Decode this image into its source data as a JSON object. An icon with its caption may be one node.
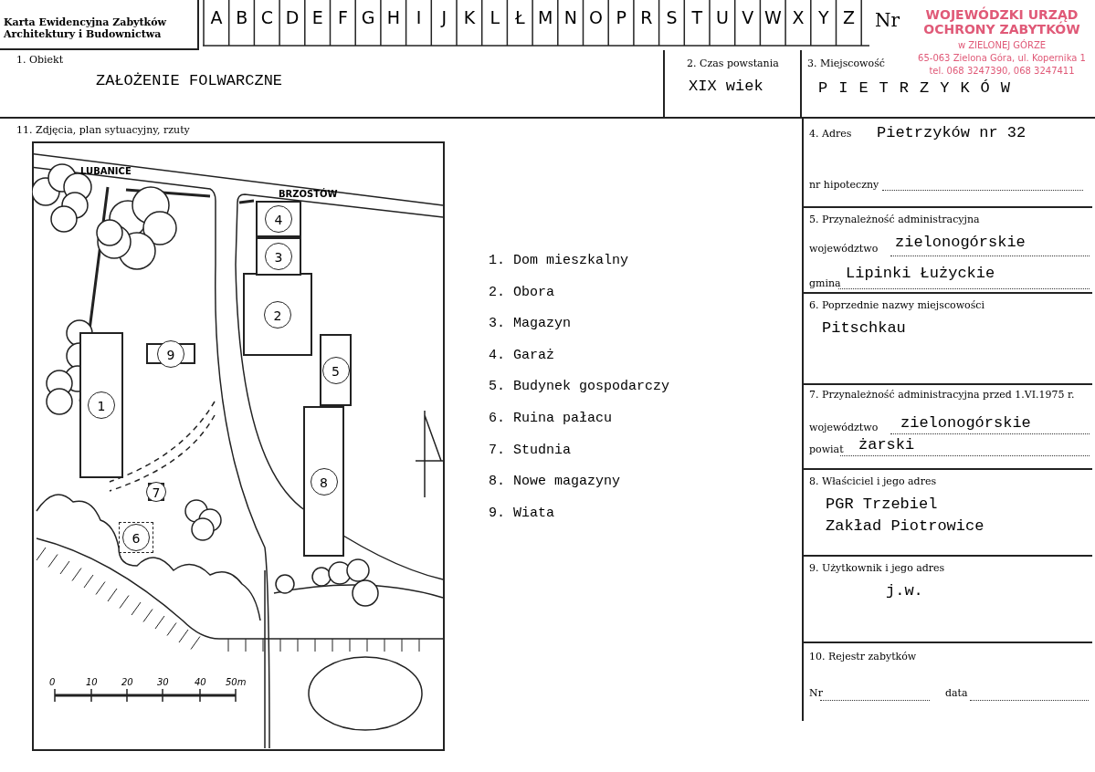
{
  "diagram": {
    "nodes": [
      {
        "text": [
          "Karta Ewidencyjna Zabytków Architektury i Budownictwa"
        ]
      },
      {
        "text": [
          "1. Obiekt",
          "ZAŁOŻENIE FOLWARCZNE"
        ]
      },
      {
        "text": [
          "2. Czas powstania",
          "XIX wiek"
        ]
      },
      {
        "text": [
          "3. Miejscowość",
          "PIETRZYKÓW"
        ]
      },
      {
        "text": [
          "WOJEWÓDZKI URZĄD OCHRONY ZABYTKÓW",
          "w ZIELONEJ GÓRZE",
          "65-063 Zielona Góra, ul. Kopernika 1",
          "tel. 068 3247390, 068 3247411"
        ]
      },
      {
        "text": [
          "11. Zdjęcia, plan sytuacyjny, rzuty"
        ]
      },
      {
        "text": [],
        "shape": "picture",
        "in": 5
      },
      {
        "text": [
          "1"
        ],
        "in": 6
      },
      {
        "text": [
          "2"
        ],
        "in": 6
      },
      {
        "text": [
          "3"
        ],
        "in": 6
      },
      {
        "text": [
          "4"
        ],
        "in": 6
      },
      {
        "text": [
          "5"
        ],
        "in": 6
      },
      {
        "text": [
          "6"
        ],
        "in": 6
      },
      {
        "text": [
          "7"
        ],
        "in": 6
      },
      {
        "text": [
          "8"
        ],
        "in": 6
      },
      {
        "text": [
          "9"
        ],
        "in": 6
      },
      {
        "text": [
          "4. Adres",
          "Pietrzyków nr 32",
          "nr hipoteczny"
        ]
      },
      {
        "text": [
          "5. Przynależność administracyjna",
          "województwo",
          "zielonogórskie",
          "gmina",
          "Lipinki Łużyckie"
        ]
      },
      {
        "text": [
          "6. Poprzednie nazwy miejscowości",
          "Pitschkau"
        ]
      },
      {
        "text": [
          "7. Przynależność administracyjna przed 1.VI.1975 r.",
          "województwo",
          "zielonogórskie",
          "powiat",
          "żarski"
        ]
      },
      {
        "text": [
          "8. Właściciel i jego adres",
          "PGR Trzebiel",
          "Zakład Piotrowice"
        ]
      },
      {
        "text": [
          "9. Użytkownik i jego adres",
          "j.w."
        ]
      },
      {
        "text": [
          "10. Rejestr zabytków",
          "Nr",
          "data"
        ]
      }
    ],
    "labels": [
      "A",
      "B",
      "C",
      "D",
      "E",
      "F",
      "G",
      "H",
      "I",
      "J",
      "K",
      "L",
      "Ł",
      "M",
      "N",
      "O",
      "P",
      "R",
      "S",
      "T",
      "U",
      "V",
      "W",
      "X",
      "Y",
      "Z",
      "Nr",
      "LUBANICE",
      "BRZOSTÓW",
      "1. Dom mieszkalny",
      "2. Obora",
      "3. Magazyn",
      "4. Garaż",
      "5. Budynek gospodarczy",
      "6. Ruina pałacu",
      "7. Studnia",
      "8. Nowe magazyny",
      "9. Wiata",
      "0",
      "10",
      "20",
      "30",
      "40",
      "50m"
    ]
  }
}
